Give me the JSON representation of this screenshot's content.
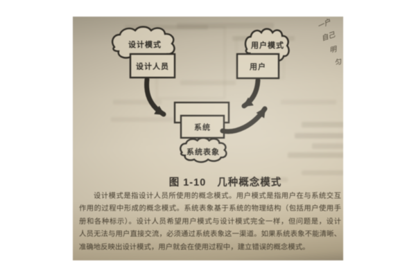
{
  "figure": {
    "caption_label": "图 1-10",
    "caption_title": "几种概念模式",
    "nodes": {
      "design_model": "设计模式",
      "designer": "设计人员",
      "user_model": "用户模式",
      "user": "用户",
      "system": "系统",
      "system_image": "系统表象"
    }
  },
  "paragraph": {
    "lines": [
      "设计模式是指设计人员所使用的概念模式。用户模式是指用户在与系统交互",
      "作用的过程中形成的概念模式。系统表象基于系统的物理结构（包括用户使用手",
      "册和各种标示）。设计人员希望用户模式与设计模式完全一样，但问题是，设计",
      "人员无法与用户直接交流，必须通过系统表象这一渠道。如果系统表象不能清晰、",
      "准确地反映出设计模式，用户就会在使用过程中，建立错误的概念模式。"
    ]
  },
  "margin_notes": [
    "一户",
    "自己",
    "明",
    "匀"
  ],
  "colors": {
    "letterbox": "#ffffff",
    "page_light": "#ddd4c0",
    "page_dark": "#b0a795",
    "ink": "#2f2c26",
    "body_text": "#443c2e"
  }
}
